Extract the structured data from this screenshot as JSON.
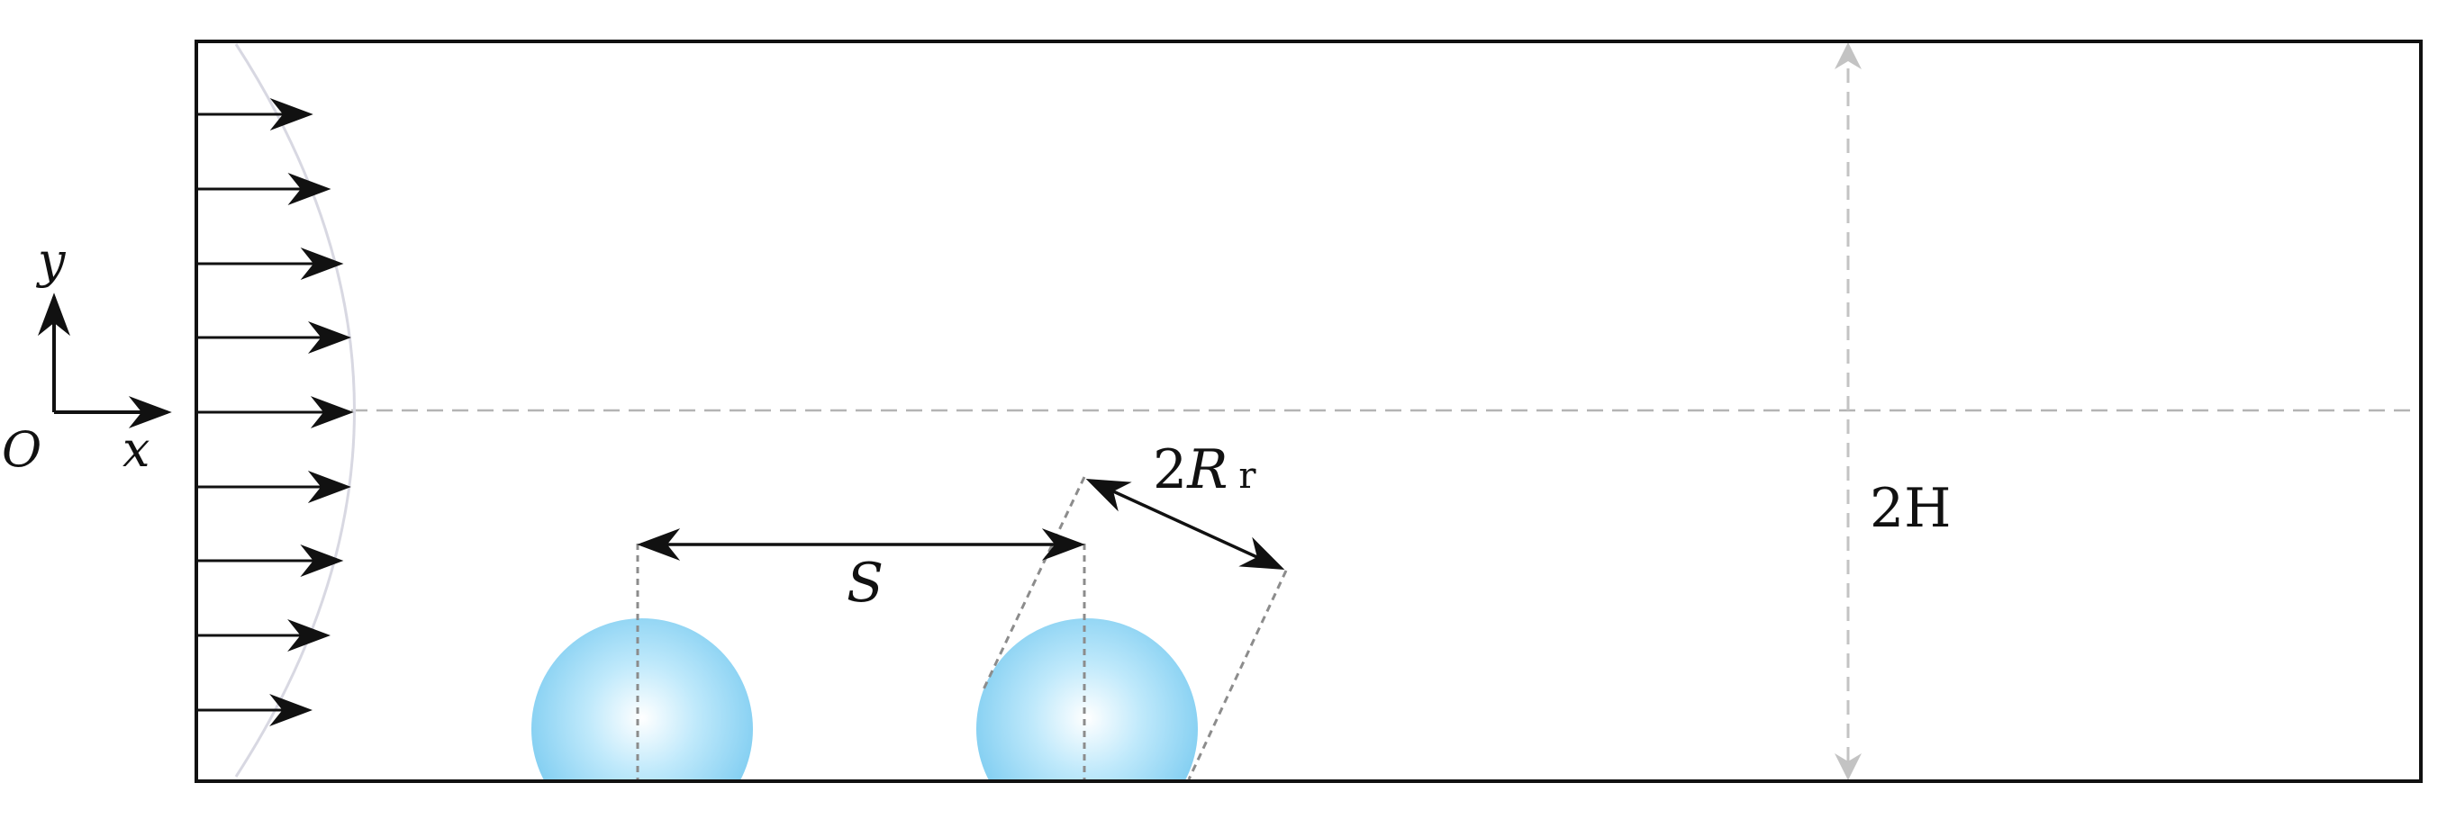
{
  "labels": {
    "origin": "O",
    "x_axis": "x",
    "y_axis": "y",
    "spacing": "S",
    "diameter_prefix": "2",
    "diameter_symbol": "R",
    "diameter_subscript": "r",
    "channel_height": "2H"
  },
  "colors": {
    "outline": "#111111",
    "arrow": "#111111",
    "centerline": "#b4b4b4",
    "guide": "#8c8c8c",
    "height_marker": "#c3c3c3",
    "profile": "#d8d8e2",
    "bubble_center": "#ffffff",
    "bubble_mid": "#bfe9fb",
    "bubble_edge": "#7fcdf1"
  },
  "inlet_profile": {
    "type": "parabolic",
    "arrow_count": 9
  },
  "bubbles": {
    "count": 2
  }
}
